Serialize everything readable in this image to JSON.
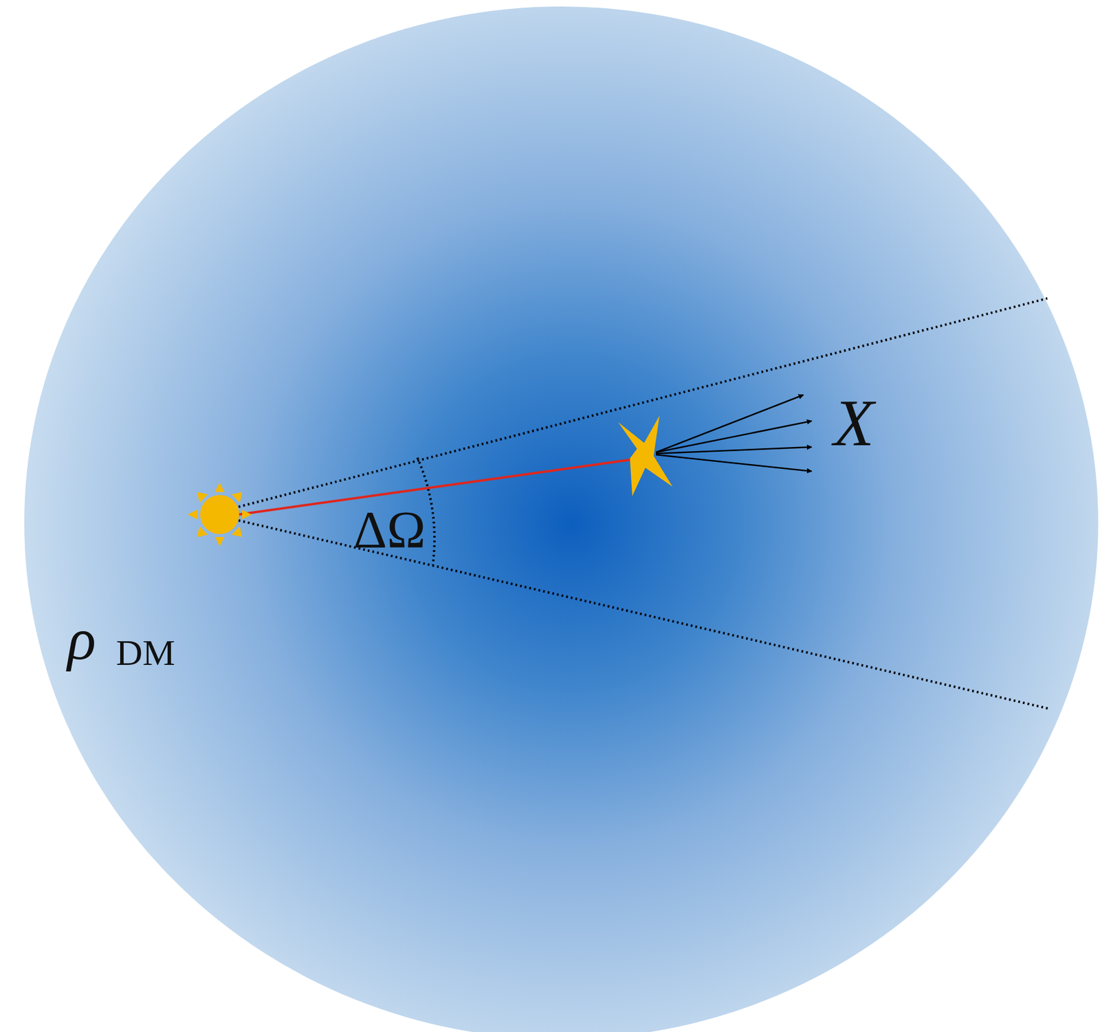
{
  "diagram": {
    "labels": [
      "ΔΩ",
      "X",
      "ρ",
      "DM"
    ]
  }
}
